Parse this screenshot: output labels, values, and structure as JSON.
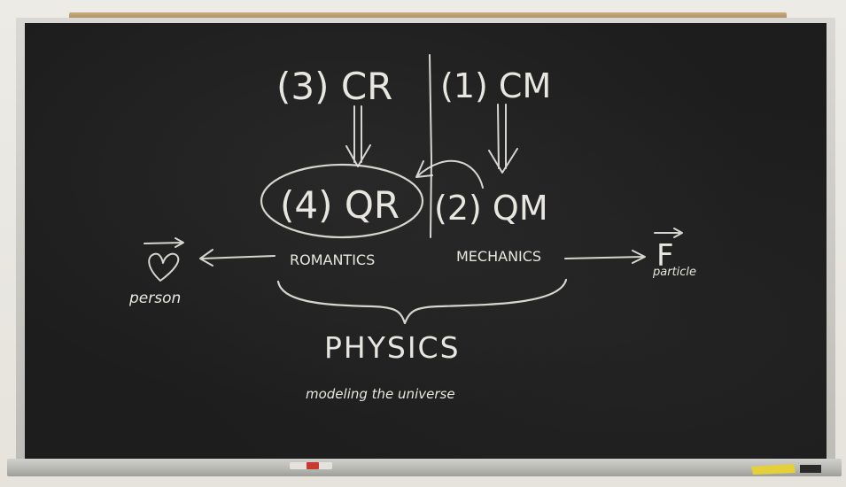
{
  "blackboard": {
    "classical_relationships": "(3) CR",
    "classical_mechanics": "(1) CM",
    "quantum_relationships": "(4) QR",
    "quantum_mechanics": "(2) QM",
    "romantics": "ROMANTICS",
    "mechanics": "MECHANICS",
    "person": "person",
    "force_symbol": "F",
    "particle": "particle",
    "physics": "PHYSICS",
    "subtitle": "modeling the universe"
  },
  "colors": {
    "board": "#1d1d1d",
    "chalk": "#e8e6e0",
    "frame": "#c9c8c4",
    "rail": "#b89a6a",
    "wall": "#e9e6df"
  }
}
